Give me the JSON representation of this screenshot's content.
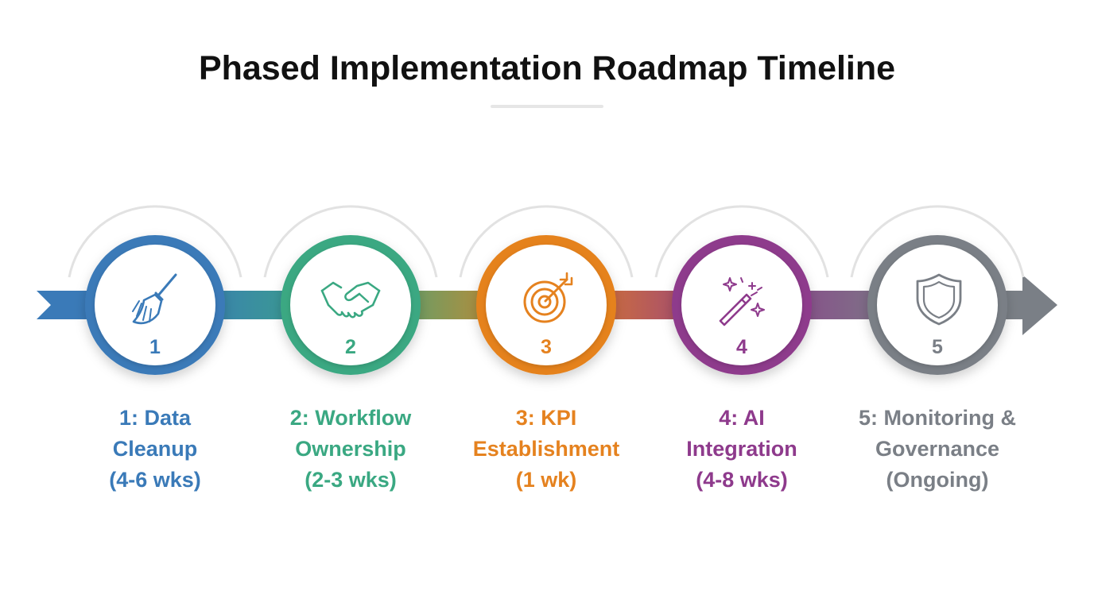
{
  "title": "Phased Implementation Roadmap Timeline",
  "phases": [
    {
      "number": "1",
      "icon": "broom-icon",
      "color": "#3a7ab8",
      "label_lines": [
        "1: Data",
        "Cleanup",
        "(4-6 wks)"
      ]
    },
    {
      "number": "2",
      "icon": "handshake-icon",
      "color": "#3aa882",
      "label_lines": [
        "2: Workflow",
        "Ownership",
        "(2-3 wks)"
      ]
    },
    {
      "number": "3",
      "icon": "target-icon",
      "color": "#e5821f",
      "label_lines": [
        "3: KPI",
        "Establishment",
        "(1 wk)"
      ]
    },
    {
      "number": "4",
      "icon": "magic-wand-icon",
      "color": "#8e3a8c",
      "label_lines": [
        "4: AI",
        "Integration",
        "(4-8 wks)"
      ]
    },
    {
      "number": "5",
      "icon": "shield-icon",
      "color": "#7a7f86",
      "label_lines": [
        "5: Monitoring &",
        "Governance",
        "(Ongoing)"
      ]
    }
  ]
}
